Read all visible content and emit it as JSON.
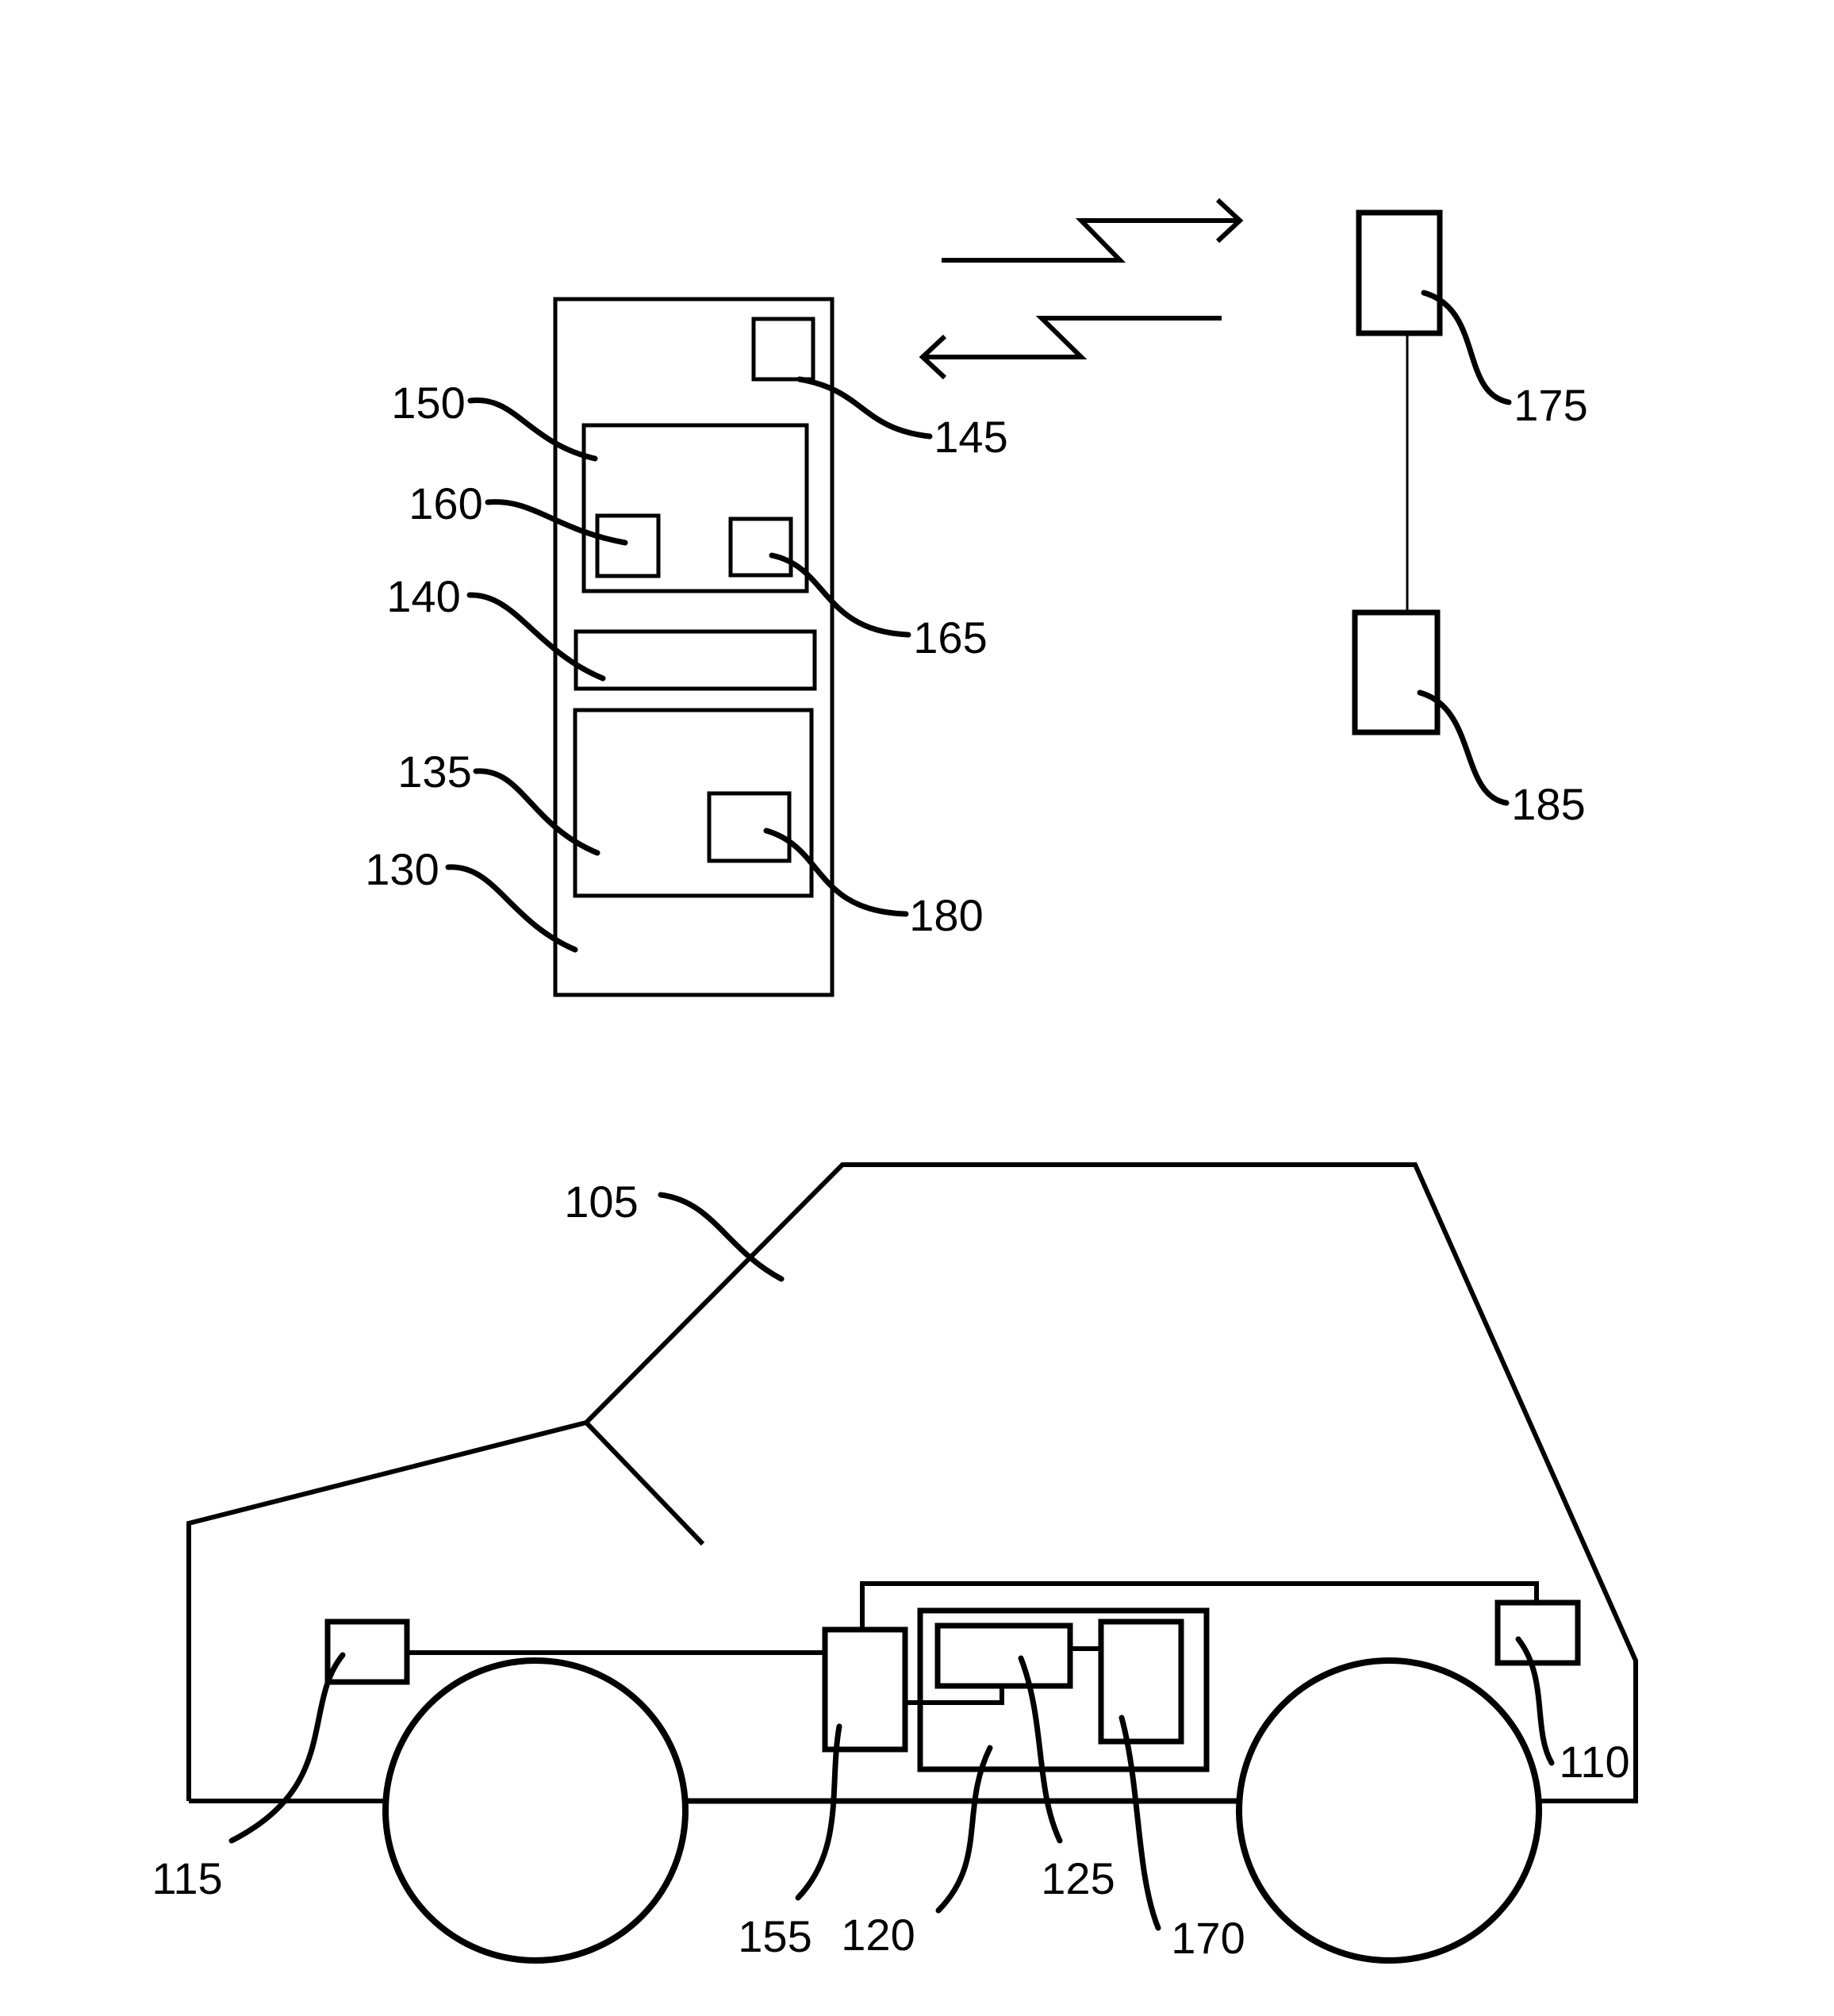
{
  "page": {
    "background": "#ffffff"
  },
  "diagram": {
    "stroke_color": "#000000",
    "labels": {
      "105": "105",
      "110": "110",
      "115": "115",
      "120": "120",
      "125": "125",
      "130": "130",
      "135": "135",
      "140": "140",
      "145": "145",
      "150": "150",
      "155": "155",
      "160": "160",
      "165": "165",
      "170": "170",
      "175": "175",
      "180": "180",
      "185": "185"
    }
  }
}
